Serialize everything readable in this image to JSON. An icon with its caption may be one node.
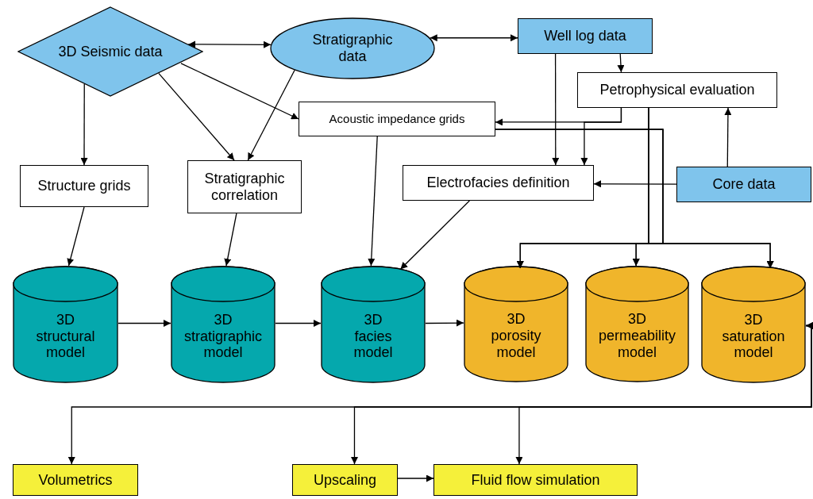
{
  "diagram": {
    "nodes": [
      {
        "text": [
          "3D Seismic data"
        ]
      },
      {
        "text": [
          "Stratigraphic data"
        ]
      },
      {
        "text": [
          "Well log data"
        ]
      },
      {
        "text": [
          "Petrophysical evaluation"
        ]
      },
      {
        "text": [
          "Acoustic impedance grids"
        ]
      },
      {
        "text": [
          "Structure grids"
        ]
      },
      {
        "text": [
          "Stratigraphic correlation"
        ]
      },
      {
        "text": [
          "Electrofacies definition"
        ]
      },
      {
        "text": [
          "Core data"
        ]
      },
      {
        "text": [
          "3D structural model"
        ]
      },
      {
        "text": [
          "3D stratigraphic model"
        ]
      },
      {
        "text": [
          "3D facies model"
        ]
      },
      {
        "text": [
          "3D porosity model"
        ]
      },
      {
        "text": [
          "3D permeability model"
        ]
      },
      {
        "text": [
          "3D saturation model"
        ]
      },
      {
        "text": [
          "Volumetrics"
        ]
      },
      {
        "text": [
          "Upscaling"
        ]
      },
      {
        "text": [
          "Fluid flow simulation"
        ]
      }
    ],
    "edges": [
      {
        "from": 0,
        "to": 1,
        "arrow": "both"
      },
      {
        "from": 1,
        "to": 2,
        "arrow": "both"
      },
      {
        "from": 0,
        "to": 5,
        "arrow": "to"
      },
      {
        "from": 0,
        "to": 6,
        "arrow": "to"
      },
      {
        "from": 1,
        "to": 6,
        "arrow": "to"
      },
      {
        "from": 0,
        "to": 4,
        "arrow": "to"
      },
      {
        "from": 2,
        "to": 3,
        "arrow": "to"
      },
      {
        "from": 2,
        "to": 7,
        "arrow": "to"
      },
      {
        "from": 3,
        "to": 4,
        "arrow": "to"
      },
      {
        "from": 3,
        "to": 7,
        "arrow": "to"
      },
      {
        "from": 3,
        "to": 12,
        "arrow": "to"
      },
      {
        "from": 3,
        "to": 13,
        "arrow": "to"
      },
      {
        "from": 3,
        "to": 14,
        "arrow": "to"
      },
      {
        "from": 4,
        "to": 12,
        "arrow": "to"
      },
      {
        "from": 4,
        "to": 13,
        "arrow": "to"
      },
      {
        "from": 4,
        "to": 14,
        "arrow": "to"
      },
      {
        "from": 8,
        "to": 3,
        "arrow": "to"
      },
      {
        "from": 8,
        "to": 7,
        "arrow": "to"
      },
      {
        "from": 5,
        "to": 9,
        "arrow": "to"
      },
      {
        "from": 6,
        "to": 10,
        "arrow": "to"
      },
      {
        "from": 4,
        "to": 11,
        "arrow": "to"
      },
      {
        "from": 7,
        "to": 11,
        "arrow": "to"
      },
      {
        "from": 9,
        "to": 10,
        "arrow": "to"
      },
      {
        "from": 10,
        "to": 11,
        "arrow": "to"
      },
      {
        "from": 11,
        "to": 12,
        "arrow": "to"
      },
      {
        "from": 14,
        "to": 15,
        "arrow": "to"
      },
      {
        "from": 14,
        "to": 16,
        "arrow": "both"
      },
      {
        "from": 14,
        "to": 17,
        "arrow": "both"
      },
      {
        "from": 16,
        "to": 17,
        "arrow": "to"
      }
    ]
  }
}
